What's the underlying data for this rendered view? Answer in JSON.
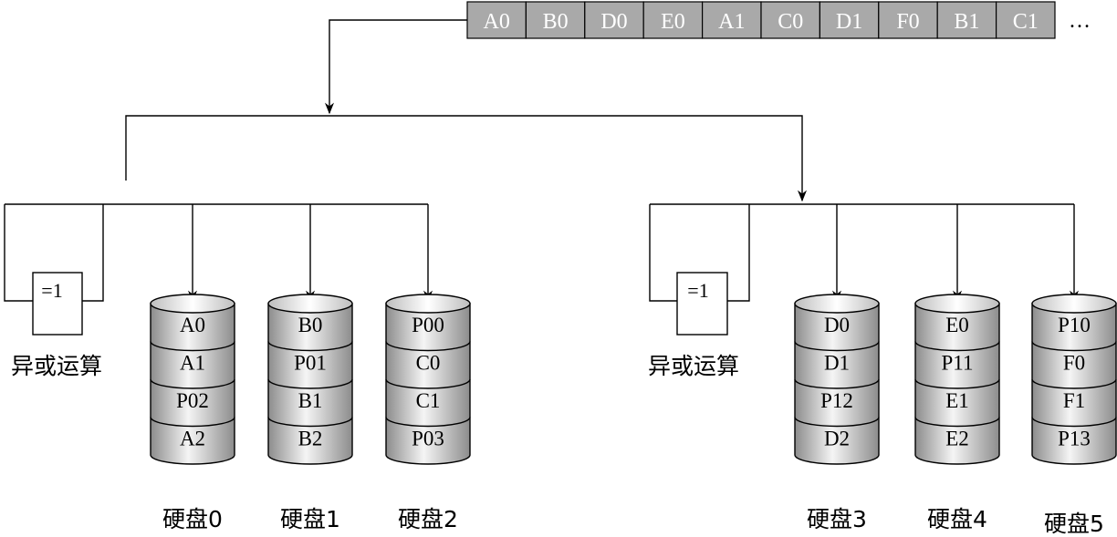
{
  "stream": {
    "blocks": [
      "A0",
      "B0",
      "D0",
      "E0",
      "A1",
      "C0",
      "D1",
      "F0",
      "B1",
      "C1"
    ],
    "ellipsis": "…"
  },
  "groups": [
    {
      "xor_gate_label": "=1",
      "xor_caption": "异或运算",
      "disks": [
        {
          "name": "硬盘0",
          "blocks": [
            "A0",
            "A1",
            "P02",
            "A2"
          ]
        },
        {
          "name": "硬盘1",
          "blocks": [
            "B0",
            "P01",
            "B1",
            "B2"
          ]
        },
        {
          "name": "硬盘2",
          "blocks": [
            "P00",
            "C0",
            "C1",
            "P03"
          ]
        }
      ]
    },
    {
      "xor_gate_label": "=1",
      "xor_caption": "异或运算",
      "disks": [
        {
          "name": "硬盘3",
          "blocks": [
            "D0",
            "D1",
            "P12",
            "D2"
          ]
        },
        {
          "name": "硬盘4",
          "blocks": [
            "E0",
            "P11",
            "E1",
            "E2"
          ]
        },
        {
          "name": "硬盘5",
          "blocks": [
            "P10",
            "F0",
            "F1",
            "P13"
          ]
        }
      ]
    }
  ],
  "colors": {
    "stream_block_fill": "#a9a9a9",
    "stream_text": "#ffffff",
    "line": "#000000",
    "disk_light": "#f5f5f5",
    "disk_dark": "#8c8c8c"
  }
}
